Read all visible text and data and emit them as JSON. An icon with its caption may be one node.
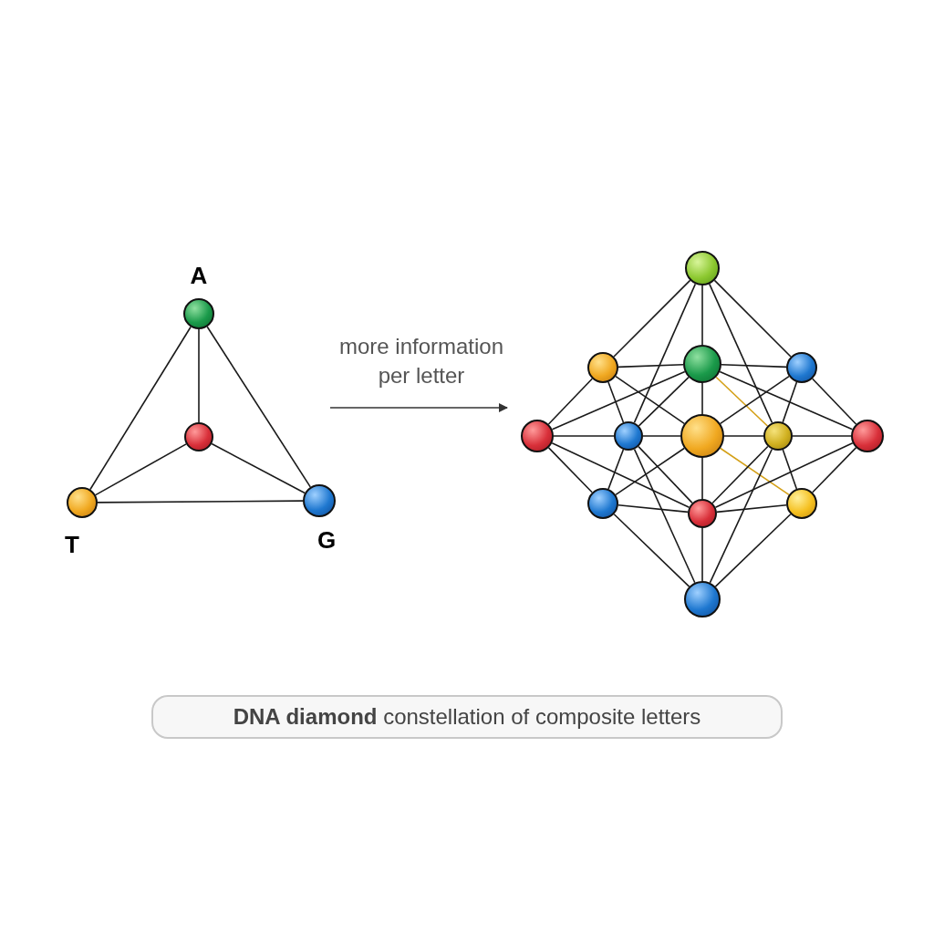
{
  "diagram": {
    "caption": "**DNA diamond** constellation of composite letters",
    "nodes": [
      {
        "text": [
          "A"
        ]
      },
      {
        "text": [],
        "shape": "circle"
      },
      {
        "text": [
          "T"
        ]
      },
      {
        "text": [
          "G"
        ]
      },
      {
        "text": [],
        "shape": "circle"
      },
      {
        "text": [],
        "shape": "circle"
      },
      {
        "text": [],
        "shape": "circle"
      },
      {
        "text": [],
        "shape": "circle"
      },
      {
        "text": [],
        "shape": "circle"
      },
      {
        "text": [],
        "shape": "circle"
      },
      {
        "text": [],
        "shape": "circle"
      },
      {
        "text": [],
        "shape": "circle"
      },
      {
        "text": [],
        "shape": "circle"
      },
      {
        "text": [],
        "shape": "circle"
      },
      {
        "text": [],
        "shape": "circle"
      },
      {
        "text": [],
        "shape": "circle"
      },
      {
        "text": [],
        "shape": "circle"
      }
    ],
    "edges": [
      {
        "from": 0,
        "to": 1,
        "arrow": "none"
      },
      {
        "from": 0,
        "to": 2,
        "arrow": "none"
      },
      {
        "from": 0,
        "to": 3,
        "arrow": "none"
      },
      {
        "from": 1,
        "to": 2,
        "arrow": "none"
      },
      {
        "from": 1,
        "to": 3,
        "arrow": "none"
      },
      {
        "from": 2,
        "to": 3,
        "arrow": "none"
      },
      {
        "from": 4,
        "to": 5,
        "arrow": "none"
      },
      {
        "from": 4,
        "to": 6,
        "arrow": "none"
      },
      {
        "from": 4,
        "to": 7,
        "arrow": "none"
      },
      {
        "from": 4,
        "to": 9,
        "arrow": "none"
      },
      {
        "from": 4,
        "to": 11,
        "arrow": "none"
      },
      {
        "from": 5,
        "to": 6,
        "arrow": "none"
      },
      {
        "from": 5,
        "to": 8,
        "arrow": "none"
      },
      {
        "from": 5,
        "to": 9,
        "arrow": "none"
      },
      {
        "from": 5,
        "to": 10,
        "arrow": "none"
      },
      {
        "from": 6,
        "to": 7,
        "arrow": "none"
      },
      {
        "from": 6,
        "to": 8,
        "arrow": "none"
      },
      {
        "from": 6,
        "to": 9,
        "arrow": "none"
      },
      {
        "from": 6,
        "to": 10,
        "arrow": "none"
      },
      {
        "from": 6,
        "to": 11,
        "arrow": "none",
        "color": "#d4a017"
      },
      {
        "from": 6,
        "to": 12,
        "arrow": "none"
      },
      {
        "from": 7,
        "to": 10,
        "arrow": "none"
      },
      {
        "from": 7,
        "to": 11,
        "arrow": "none"
      },
      {
        "from": 7,
        "to": 12,
        "arrow": "none"
      },
      {
        "from": 8,
        "to": 9,
        "arrow": "none"
      },
      {
        "from": 8,
        "to": 13,
        "arrow": "none"
      },
      {
        "from": 8,
        "to": 14,
        "arrow": "none"
      },
      {
        "from": 9,
        "to": 10,
        "arrow": "none"
      },
      {
        "from": 9,
        "to": 13,
        "arrow": "none"
      },
      {
        "from": 9,
        "to": 14,
        "arrow": "none"
      },
      {
        "from": 9,
        "to": 16,
        "arrow": "none"
      },
      {
        "from": 10,
        "to": 11,
        "arrow": "none"
      },
      {
        "from": 10,
        "to": 13,
        "arrow": "none"
      },
      {
        "from": 10,
        "to": 14,
        "arrow": "none"
      },
      {
        "from": 10,
        "to": 15,
        "arrow": "none",
        "color": "#d4a017"
      },
      {
        "from": 11,
        "to": 12,
        "arrow": "none"
      },
      {
        "from": 11,
        "to": 14,
        "arrow": "none"
      },
      {
        "from": 11,
        "to": 15,
        "arrow": "none"
      },
      {
        "from": 11,
        "to": 16,
        "arrow": "none"
      },
      {
        "from": 12,
        "to": 14,
        "arrow": "none"
      },
      {
        "from": 12,
        "to": 15,
        "arrow": "none"
      },
      {
        "from": 13,
        "to": 14,
        "arrow": "none"
      },
      {
        "from": 13,
        "to": 16,
        "arrow": "none"
      },
      {
        "from": 14,
        "to": 15,
        "arrow": "none"
      },
      {
        "from": 14,
        "to": 16,
        "arrow": "none"
      },
      {
        "from": 15,
        "to": 16,
        "arrow": "none"
      }
    ],
    "labels": [
      "more information per letter"
    ]
  }
}
